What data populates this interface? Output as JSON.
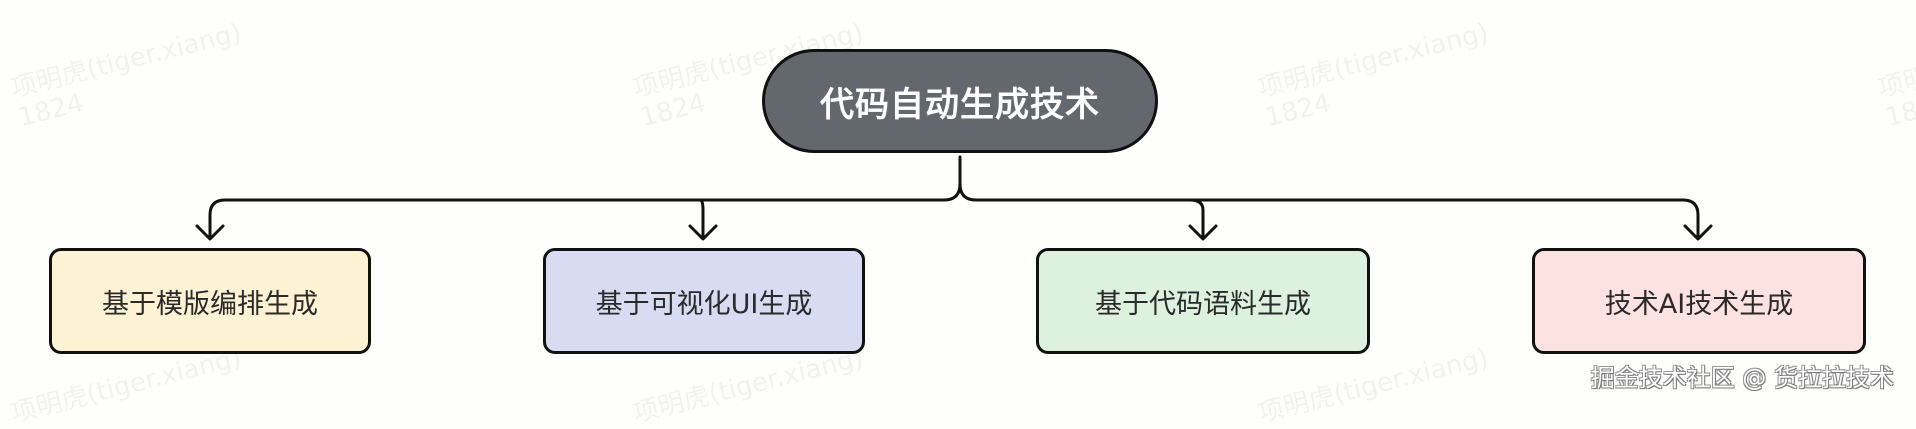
{
  "diagram": {
    "root": {
      "label": "代码自动生成技术",
      "fill": "#63676e"
    },
    "children": [
      {
        "label": "基于模版编排生成",
        "fill": "#fdf2d4"
      },
      {
        "label": "基于可视化UI生成",
        "fill": "#d8dcf2"
      },
      {
        "label": "基于代码语料生成",
        "fill": "#dcf2df"
      },
      {
        "label": "技术AI技术生成",
        "fill": "#fde2e2"
      }
    ]
  },
  "watermark": {
    "name": "项明虎(tiger.xiang)",
    "id": "1824"
  },
  "footer": {
    "credit": "掘金技术社区 @ 货拉拉技术"
  }
}
